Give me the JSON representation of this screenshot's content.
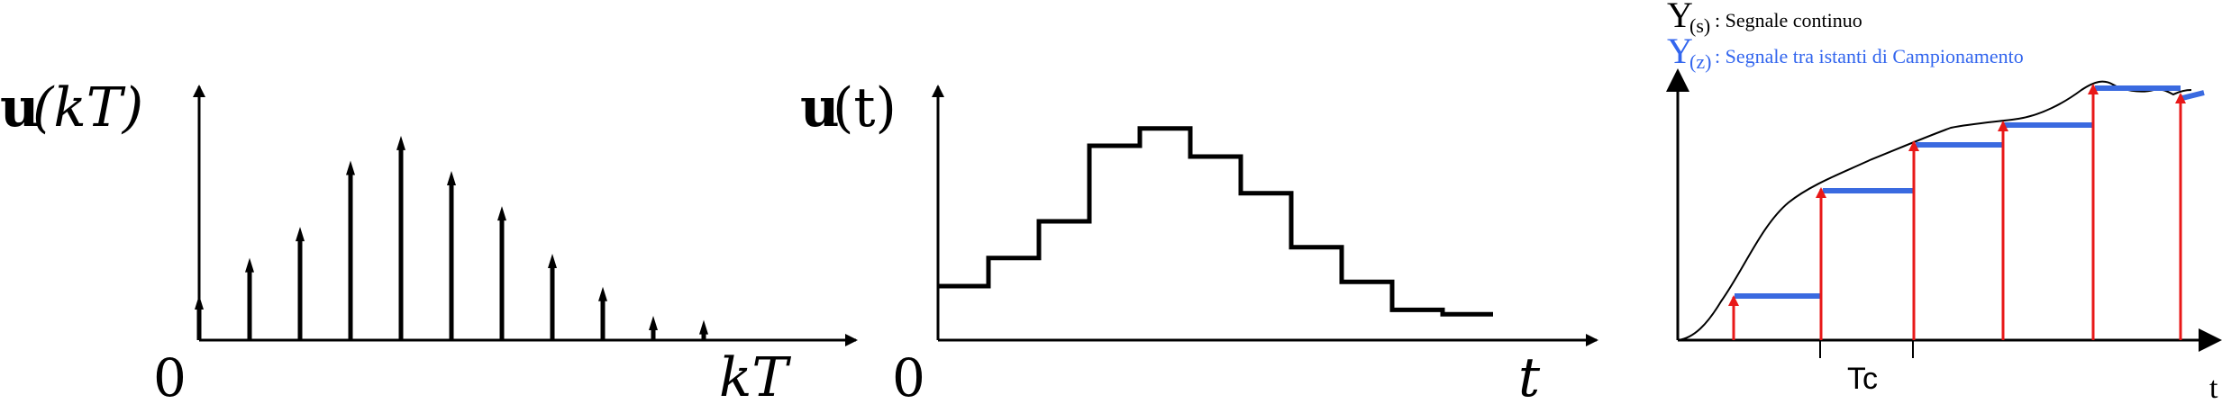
{
  "panel1": {
    "y_label_bold": "u",
    "y_label_rest": "(kT)",
    "x_label": "kT",
    "origin": "0",
    "samples": [
      0.2,
      0.38,
      0.53,
      0.85,
      0.97,
      0.8,
      0.63,
      0.4,
      0.24,
      0.1,
      0.08
    ]
  },
  "panel2": {
    "y_label_bold": "u",
    "y_label_rest": "(t)",
    "x_label": "t",
    "origin": "0",
    "levels": [
      0.25,
      0.38,
      0.55,
      0.9,
      0.98,
      0.85,
      0.68,
      0.43,
      0.27,
      0.14,
      0.12
    ]
  },
  "panel3": {
    "legend": [
      {
        "symbol": "Y",
        "sub": "(s)",
        "text": " : Segnale continuo",
        "color": "#000000"
      },
      {
        "symbol": "Y",
        "sub": "(z)",
        "text": " : Segnale tra istanti di Campionamento",
        "color": "#3366ee"
      }
    ],
    "x_label": "t",
    "period_label": "Tc",
    "colors": {
      "sample_arrow": "#e81818",
      "hold": "#3a6ae0",
      "curve": "#000000"
    }
  }
}
